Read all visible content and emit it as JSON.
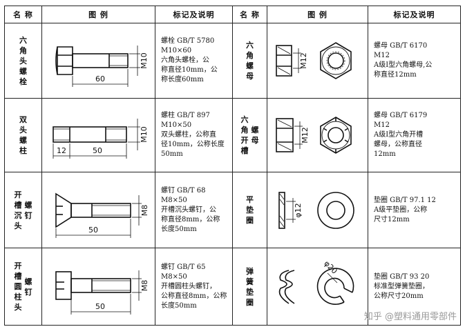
{
  "headers": {
    "name": "名 称",
    "figure": "图    例",
    "desc": "标记及说明"
  },
  "rows": [
    {
      "left": {
        "name_chars": [
          "六",
          "角",
          "头",
          "螺",
          "栓"
        ],
        "dims": {
          "length": "60",
          "dia": "M10"
        },
        "desc": [
          "螺栓 GB/T 5780",
          "M10×60",
          "六角头螺栓，公",
          "称直径10mm，公",
          "称长度60mm"
        ]
      },
      "right": {
        "name_chars": [
          "六",
          "角",
          "螺",
          "母"
        ],
        "dims": {
          "dia": "M12"
        },
        "desc": [
          "螺母 GB/T 6170",
          "M12",
          "A级I型六角螺母,公",
          "称直径12mm"
        ]
      }
    },
    {
      "left": {
        "name_chars": [
          "双",
          "头",
          "螺",
          "柱"
        ],
        "dims": {
          "len1": "12",
          "len2": "50",
          "dia": "M10"
        },
        "desc": [
          "螺柱 GB/T 897",
          "M10×50",
          "双头螺柱，公称直",
          "径10mm，公称长度",
          "50mm"
        ]
      },
      "right": {
        "name_col1": [
          "六",
          "角",
          "开",
          "槽"
        ],
        "name_col2": [
          "螺",
          "母"
        ],
        "dims": {
          "dia": "M12"
        },
        "desc": [
          "螺母 GB/T 6179",
          "M12",
          "A级I型六角开槽",
          "螺母，公称直径",
          "12mm"
        ]
      }
    },
    {
      "left": {
        "name_col1": [
          "开",
          "槽",
          "沉",
          "头"
        ],
        "name_col2": [
          "螺",
          "钉"
        ],
        "dims": {
          "length": "50",
          "dia": "M8"
        },
        "desc": [
          "螺钉 GB/T 68",
          "M8×50",
          "开槽沉头螺钉，公",
          "称直径8mm，公称",
          "长度50mm"
        ]
      },
      "right": {
        "name_chars": [
          "平",
          "垫",
          "圈"
        ],
        "dims": {
          "dia": "φ12"
        },
        "desc": [
          "垫圈 GB/T 97.1 12",
          "A级平垫圈，公称",
          "尺寸12mm"
        ]
      }
    },
    {
      "left": {
        "name_col1": [
          "开",
          "槽",
          "圆",
          "柱",
          "头"
        ],
        "name_col2": [
          "螺",
          "钉"
        ],
        "dims": {
          "length": "50",
          "dia": "M8"
        },
        "desc": [
          "螺钉 GB/T 65",
          "M8×50",
          "开槽圆柱头螺钉，",
          "公称直径8mm，公称",
          "长度50mm"
        ]
      },
      "right": {
        "name_chars": [
          "弹",
          "簧",
          "垫",
          "圈"
        ],
        "dims": {
          "dia": "φ20"
        },
        "desc": [
          "垫圈 GB/T 93 20",
          "标准型弹簧垫圈，",
          "公称尺寸20mm"
        ]
      }
    }
  ],
  "watermark": "知乎 @塑料通用零部件"
}
